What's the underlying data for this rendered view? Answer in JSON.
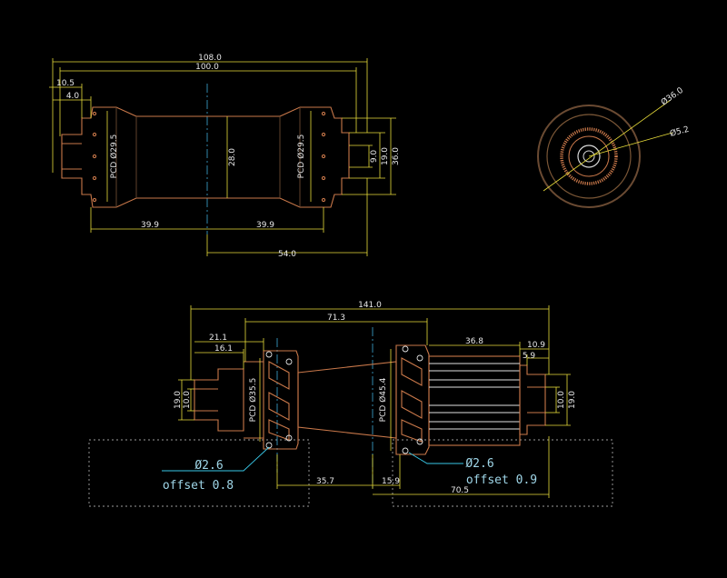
{
  "front_hub": {
    "overall_width": "108.0",
    "flange_width": "100.0",
    "end_cap_left": "10.5",
    "end_cap_inner": "4.0",
    "pcd_left": "PCD Ø29.5",
    "pcd_right": "PCD Ø29.5",
    "body_diameter": "28.0",
    "axle_9": "9.0",
    "axle_19": "19.0",
    "axle_36": "36.0",
    "left_flange_offset": "39.9",
    "right_flange_offset": "39.9",
    "center_to_end": "54.0"
  },
  "end_view": {
    "outer_diameter": "Ø36.0",
    "hole_diameter": "Ø5.2"
  },
  "rear_hub": {
    "overall_width": "141.0",
    "flange_span": "71.3",
    "left_21": "21.1",
    "left_16": "16.1",
    "right_36": "36.8",
    "right_10": "10.9",
    "right_5": "5.9",
    "left_axle_19": "19.0",
    "left_axle_10": "10.0",
    "right_axle_10": "10.0",
    "right_axle_19": "19.0",
    "pcd_left": "PCD Ø35.5",
    "pcd_right": "PCD Ø45.4",
    "bottom_35": "35.7",
    "bottom_15": "15.9",
    "bottom_70": "70.5",
    "callout_left_hole": "Ø2.6",
    "callout_left_offset": "offset 0.8",
    "callout_right_hole": "Ø2.6",
    "callout_right_offset": "offset 0.9"
  }
}
